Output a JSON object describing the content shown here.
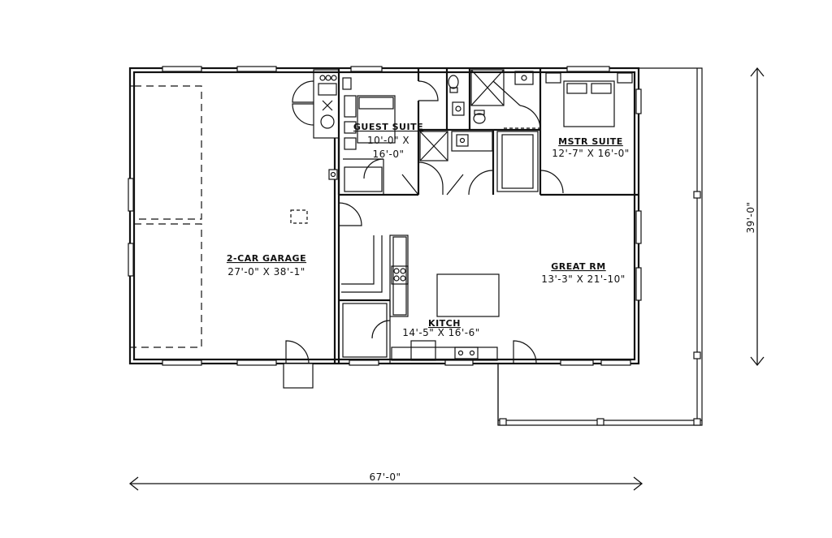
{
  "rooms": {
    "garage": {
      "name": "2-CAR GARAGE",
      "size": "27'-0\" X 38'-1\""
    },
    "guest": {
      "name": "GUEST SUITE",
      "size_line1": "10'-0\" X",
      "size_line2": "16'-0\""
    },
    "master": {
      "name": "MSTR SUITE",
      "size": "12'-7\" X 16'-0\""
    },
    "great": {
      "name": "GREAT RM",
      "size": "13'-3\" X 21'-10\""
    },
    "kitchen": {
      "name": "KITCH",
      "size": "14'-5\" X 16'-6\""
    }
  },
  "dimensions": {
    "overall_width": "67'-0\"",
    "overall_depth": "39'-0\""
  }
}
